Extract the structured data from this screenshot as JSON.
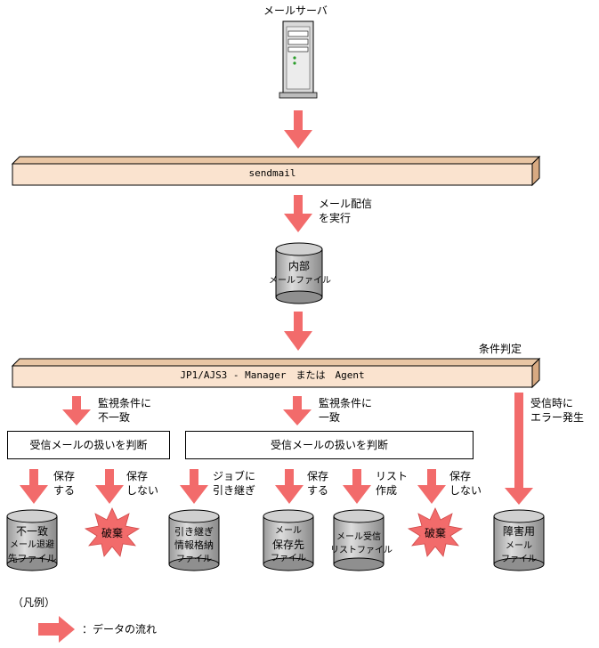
{
  "server": {
    "label": "メールサーバ"
  },
  "sendmail": {
    "label": "sendmail"
  },
  "deliver": {
    "line1": "メール配信",
    "line2": "を実行"
  },
  "internal_file": {
    "line1": "内部",
    "line2": "メールファイル"
  },
  "condition": {
    "label": "条件判定"
  },
  "manager_bar": {
    "label": "JP1/AJS3 - Manager　または　Agent"
  },
  "left_branch": {
    "line1": "監視条件に",
    "line2": "不一致",
    "box": "受信メールの扱いを判断"
  },
  "mid_branch": {
    "line1": "監視条件に",
    "line2": "一致",
    "box": "受信メールの扱いを判断"
  },
  "error_branch": {
    "line1": "受信時に",
    "line2": "エラー発生"
  },
  "actions": {
    "save1": {
      "line1": "保存",
      "line2": "する"
    },
    "nosave1": {
      "line1": "保存",
      "line2": "しない"
    },
    "job": {
      "line1": "ジョブに",
      "line2": "引き継ぎ"
    },
    "save2": {
      "line1": "保存",
      "line2": "する"
    },
    "list": {
      "line1": "リスト",
      "line2": "作成"
    },
    "nosave2": {
      "line1": "保存",
      "line2": "しない"
    }
  },
  "outputs": {
    "mismatch_file": {
      "line1": "不一致",
      "line2": "メール退避",
      "line3": "先ファイル"
    },
    "discard1": {
      "label": "破棄"
    },
    "inherit_file": {
      "line1": "引き継ぎ",
      "line2": "情報格納",
      "line3": "ファイル"
    },
    "save_file": {
      "line1": "メール",
      "line2": "保存先",
      "line3": "ファイル"
    },
    "list_file": {
      "line1": "メール受信",
      "line2": "リストファイル"
    },
    "discard2": {
      "label": "破棄"
    },
    "error_file": {
      "line1": "障害用",
      "line2": "メール",
      "line3": "ファイル"
    }
  },
  "legend": {
    "title": "（凡例）",
    "arrow_label": "：データの流れ"
  },
  "colors": {
    "arrow": "#f26b6b",
    "bar": "#fae3cf",
    "cylinder": "#c8c8c8",
    "burst": "#f26b6b"
  }
}
